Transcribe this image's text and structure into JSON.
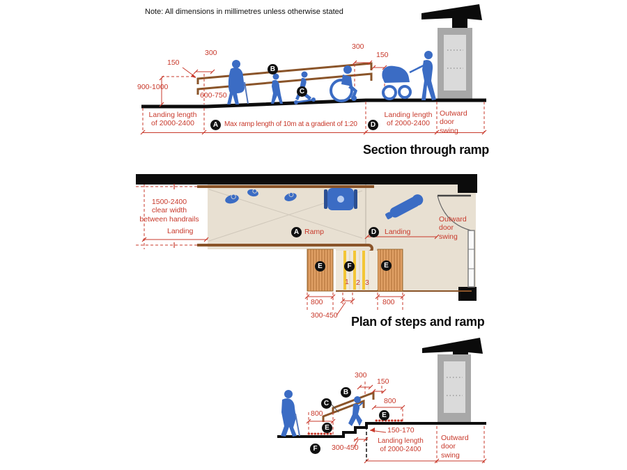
{
  "note": "Note: All dimensions in millimetres unless otherwise stated",
  "colors": {
    "dimension_red": "#c8392b",
    "figure_blue": "#3b6cc4",
    "handrail_brown": "#8a5429",
    "surface_beige": "#e8e0d2",
    "tactile_orange": "#e0a065",
    "step_nosing_yellow": "#f3c636",
    "wall_black": "#0c0c0c",
    "door_frame_grey": "#a8a8a8",
    "door_panel_grey": "#dadada"
  },
  "badges": {
    "a": "A",
    "b": "B",
    "c": "C",
    "d": "D",
    "e": "E",
    "f": "F"
  },
  "section_ramp": {
    "title": "Section through ramp",
    "d150_left": "150",
    "d300_left": "300",
    "d900_1000": "900-1000",
    "d600_750": "600-750",
    "d300_right": "300",
    "d150_right": "150",
    "landing_left": [
      "Landing length",
      "of 2000-2400"
    ],
    "ramp_note": "Max ramp length of 10m at a gradient of 1:20",
    "landing_right": [
      "Landing length",
      "of 2000-2400"
    ],
    "door_swing": [
      "Outward",
      "door",
      "swing"
    ]
  },
  "plan": {
    "title": "Plan of steps and ramp",
    "clear_width": [
      "1500-2400",
      "clear width",
      "between handrails"
    ],
    "landing_left": "Landing",
    "ramp_label": "Ramp",
    "landing_right": "Landing",
    "door_swing": [
      "Outward",
      "door",
      "swing"
    ],
    "d800_left": "800",
    "d800_right": "800",
    "d300_450": "300-450",
    "step_numbers": [
      "1",
      "2",
      "3"
    ]
  },
  "section_steps": {
    "d300": "300",
    "d150": "150",
    "d800_top": "800",
    "d800_left": "800",
    "d150_170": "150-170",
    "d300_450": "300-450",
    "landing": [
      "Landing length",
      "of 2000-2400"
    ],
    "door_swing": [
      "Outward",
      "door",
      "swing"
    ]
  }
}
